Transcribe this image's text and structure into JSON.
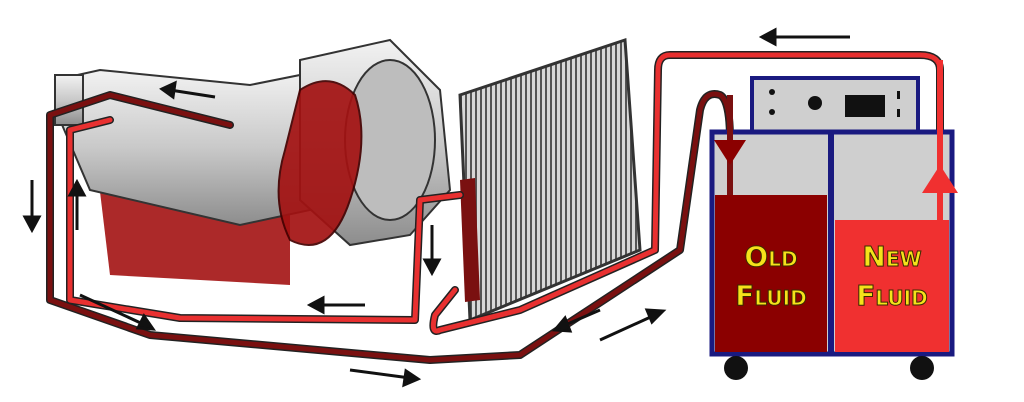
{
  "tanks": {
    "old": {
      "label_line1": "Old",
      "label_line2": "Fluid",
      "color": "#8b0000"
    },
    "new": {
      "label_line1": "New",
      "label_line2": "Fluid",
      "color": "#f03030"
    }
  },
  "colors": {
    "old_line": "#7a1010",
    "new_line": "#e83030",
    "cart_frame": "#1a1a80",
    "tank_empty": "#cfcfcf"
  }
}
